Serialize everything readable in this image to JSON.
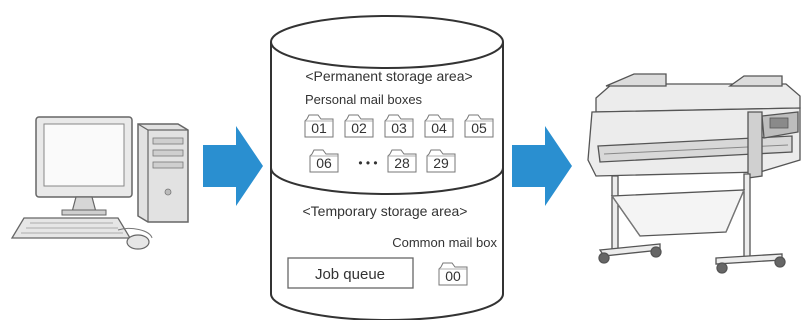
{
  "diagram": {
    "permanent_area_label": "<Permanent storage area>",
    "personal_boxes_label": "Personal mail boxes",
    "boxes_row1": [
      "01",
      "02",
      "03",
      "04",
      "05"
    ],
    "boxes_row2_start": "06",
    "ellipsis": "• • •",
    "boxes_row2_end": [
      "28",
      "29"
    ],
    "temporary_area_label": "<Temporary storage area>",
    "common_box_label": "Common mail box",
    "job_queue_label": "Job queue",
    "common_box_number": "00",
    "arrow_color": "#2a8fd0",
    "icons": [
      "computer-icon",
      "printer-icon"
    ]
  }
}
